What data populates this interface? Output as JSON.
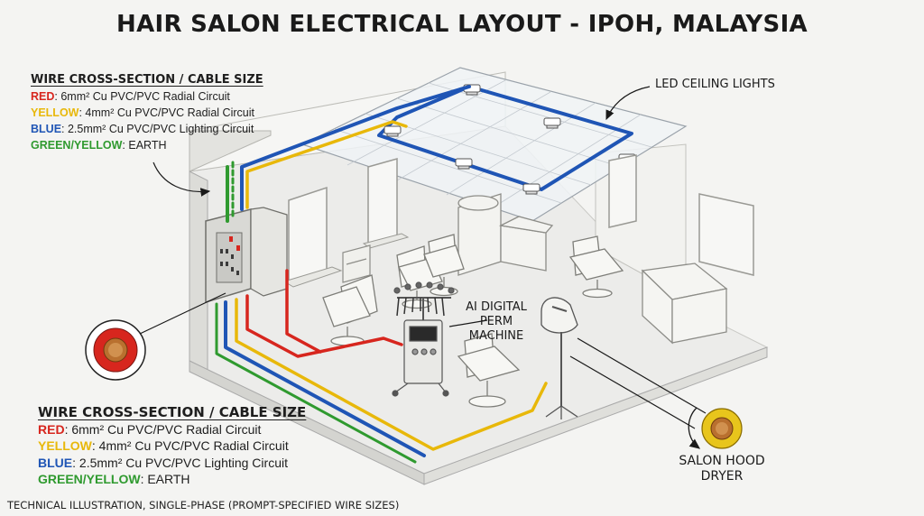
{
  "title": "HAIR SALON ELECTRICAL LAYOUT - IPOH, MALAYSIA",
  "legend": {
    "heading": "WIRE CROSS-SECTION / CABLE SIZE",
    "rows": [
      {
        "key": "RED",
        "text": ": 6mm² Cu PVC/PVC Radial Circuit",
        "color": "#d7261e"
      },
      {
        "key": "YELLOW",
        "text": ": 4mm² Cu PVC/PVC Radial Circuit",
        "color": "#e8b80a"
      },
      {
        "key": "BLUE",
        "text": ": 2.5mm² Cu PVC/PVC Lighting Circuit",
        "color": "#1f55b5"
      },
      {
        "key": "GREEN/YELLOW",
        "text": ": EARTH",
        "color": "#2f9a2f"
      }
    ]
  },
  "legend_bottom": {
    "heading": "WIRE CROSS-SECTION / CABLE SIZE",
    "rows": [
      {
        "key": "RED",
        "text": ":  6mm² Cu PVC/PVC Radial Circuit",
        "color": "#d7261e"
      },
      {
        "key": "YELLOW",
        "text": ": 4mm² Cu PVC/PVC Radial Circuit",
        "color": "#e8b80a"
      },
      {
        "key": "BLUE",
        "text": ":  2.5mm² Cu PVC/PVC Lighting Circuit",
        "color": "#1f55b5"
      },
      {
        "key": "GREEN/YELLOW",
        "text": ": EARTH",
        "color": "#2f9a2f"
      }
    ]
  },
  "labels": {
    "led": "LED CEILING LIGHTS",
    "perm_line1": "AI DIGITAL",
    "perm_line2": "PERM MACHINE",
    "dryer_line1": "SALON HOOD",
    "dryer_line2": "DRYER"
  },
  "footer": "TECHNICAL ILLUSTRATION, SINGLE-PHASE (PROMPT-SPECIFIED WIRE SIZES)",
  "colors": {
    "red_wire": "#d7261e",
    "yellow_wire": "#e8b80a",
    "blue_wire": "#1f55b5",
    "green_wire": "#2f9a2f"
  }
}
